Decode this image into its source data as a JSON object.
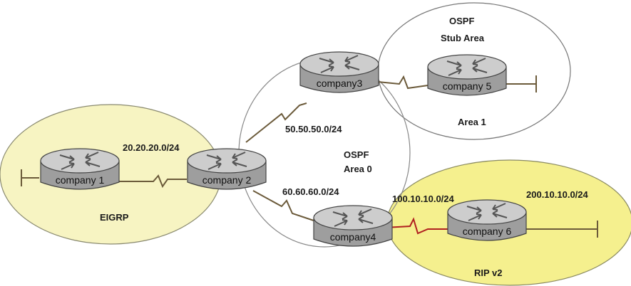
{
  "routers": [
    {
      "id": "r1",
      "label": "company 1"
    },
    {
      "id": "r2",
      "label": "company 2"
    },
    {
      "id": "r3",
      "label": "company3"
    },
    {
      "id": "r4",
      "label": "company4"
    },
    {
      "id": "r5",
      "label": "company 5"
    },
    {
      "id": "r6",
      "label": "company 6"
    }
  ],
  "networks": {
    "n_20": "20.20.20.0/24",
    "n_50": "50.50.50.0/24",
    "n_60": "60.60.60.0/24",
    "n_100": "100.10.10.0/24",
    "n_200": "200.10.10.0/24"
  },
  "areas": {
    "eigrp": "EIGRP",
    "ospf_stub_line1": "OSPF",
    "ospf_stub_line2": "Stub Area",
    "area1": "Area 1",
    "ospf_area0_line1": "OSPF",
    "ospf_area0_line2": "Area 0",
    "rip": "RIP v2"
  },
  "colors": {
    "eigrp_fill": "#f7f4c2",
    "rip_fill": "#f5f08e",
    "router_body": "#a9a9a9",
    "router_top": "#cfcfcf",
    "link": "#6b5a3a",
    "link_red": "#b02020"
  }
}
